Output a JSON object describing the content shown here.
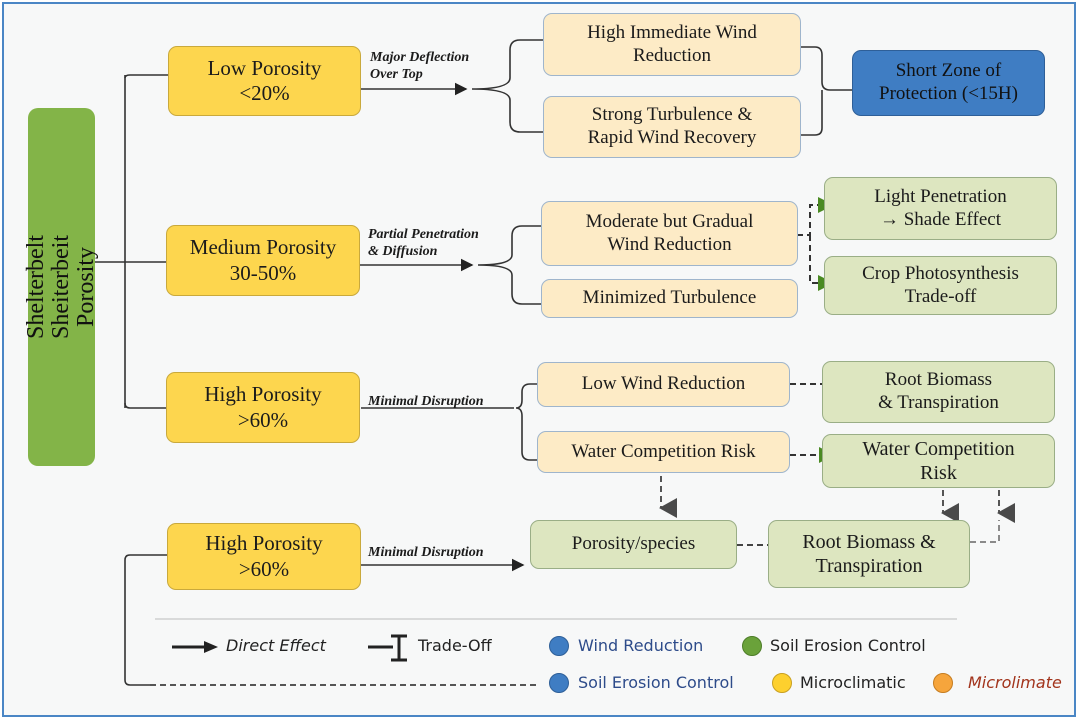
{
  "root": {
    "label": "Shelterbelt Sheiterbeit\nPorosity",
    "color": "#83b448"
  },
  "branches": [
    {
      "category": "Low Porosity\n<20%",
      "edge_label": "Major Deflection\nOver Top",
      "effects": [
        "High Immediate Wind\nReduction",
        "Strong Turbulence &\nRapid Wind Recovery"
      ],
      "outcome": "Short Zone of\nProtection (<15H)"
    },
    {
      "category": "Medium Porosity\n30-50%",
      "edge_label": "Partial Penetration\n& Diffusion",
      "effects": [
        "Moderate but Gradual\nWind Reduction",
        "Minimized Turbulence"
      ],
      "outcomes": [
        "Light Penetration\n→ Shade Effect",
        "Crop Photosynthesis\nTrade-off"
      ]
    },
    {
      "category": "High Porosity\n>60%",
      "edge_label": "Minimal Disruption",
      "effects": [
        "Low Wind Reduction",
        "Water Competition Risk"
      ],
      "outcomes": [
        "Root Biomass\n& Transpiration",
        "Water Competition\nRisk"
      ]
    },
    {
      "category": "High Porosity\n>60%",
      "edge_label": "Minimal Disruption",
      "effects": [
        "Porosity/species",
        "Root Biomass &\nTranspiration"
      ]
    }
  ],
  "legend": {
    "direct_effect": "Direct Effect",
    "trade_off": "Trade-Off",
    "items_row1": [
      {
        "label": "Wind Reduction",
        "color": "#3f7dc3",
        "text_color": "#2d4b8a"
      },
      {
        "label": "Soil Erosion Control",
        "color": "#6aa23a",
        "text_color": "#222"
      }
    ],
    "items_row2": [
      {
        "label": "Soil  Erosion Control",
        "color": "#3f7dc3",
        "text_color": "#2d4b8a"
      },
      {
        "label": "Microclimatic",
        "color": "#fdd02e",
        "text_color": "#222"
      },
      {
        "label": "Microlimate",
        "color": "#f6a53c",
        "text_color": "#a2341c"
      }
    ]
  },
  "colors": {
    "category_fill": "#fdd64e",
    "effect_fill": "#fdebc6",
    "outcome_green": "#dde6c0",
    "outcome_blue": "#3f7dc3",
    "arrow_green": "#4a8a22",
    "frame_border": "#4a86c5"
  }
}
